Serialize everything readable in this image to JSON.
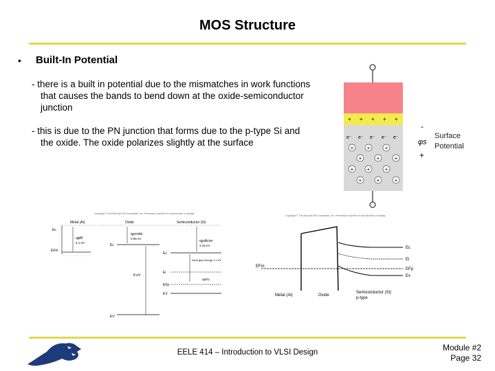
{
  "slide": {
    "title": "MOS Structure",
    "bullet_symbol": "•",
    "bullet": "Built-In Potential",
    "para1_line1": "- there is a built in potential due to the mismatches in work functions",
    "para1_line2": "that causes the bands to bend down at the oxide-semiconductor",
    "para1_line3": "junction",
    "para2_line1": "- this is due to the PN junction that forms due to the p-type Si and",
    "para2_line2": "the oxide.  The oxide polarizes slightly at the surface"
  },
  "mos_diagram": {
    "plus_sign": "+",
    "minus_sign": "-",
    "electron_label": "e⁻",
    "phi_symbol": "φs",
    "surface_label": "Surface",
    "potential_label": "Potential"
  },
  "energy_diagram_left": {
    "copyright": "Copyright © The McGraw-Hill Companies, Inc. Permission required for reproduction or display.",
    "metal_label": "Metal (Al)",
    "oxide_label": "Oxide",
    "semiconductor_label": "Semiconductor (Si)",
    "ec_left": "Ec",
    "efm_label": "EFm",
    "phi_m": "qφM",
    "phi_m_value": "4.1 eV",
    "chi_oxide": "qχoxide",
    "chi_oxide_value": "0.95 eV",
    "chi_si": "qχsilicon",
    "chi_si_value": "4.15 eV",
    "ec_oxide": "Ec",
    "ec_si": "Ec",
    "bandgap_label": "band gap energy 1.1 eV",
    "oxide_gap": "8 eV",
    "ei_label": "Ei",
    "efp_label": "EFp",
    "ev_si": "EV",
    "phi_fp": "qφFp",
    "ev_oxide": "EV"
  },
  "energy_diagram_right": {
    "copyright": "Copyright © The McGraw-Hill Companies, Inc. Permission required for reproduction or display.",
    "ec_label": "Ec",
    "ei_label": "Ei",
    "efp_label": "EFp",
    "ev_label": "Ev",
    "efm_label": "EFm",
    "metal_label": "Metal (Al)",
    "oxide_label": "Oxide",
    "semiconductor_label": "Semiconductor (Si)",
    "ptype_label": "p-type"
  },
  "footer": {
    "course": "EELE 414 – Introduction to VLSI Design",
    "module": "Module #2",
    "page": "Page 32"
  },
  "colors": {
    "accent_rule": "#e2d84c",
    "metal_fill": "#f6828a",
    "oxide_fill": "#f3ea4d",
    "semiconductor_fill": "#d9d9d9"
  }
}
